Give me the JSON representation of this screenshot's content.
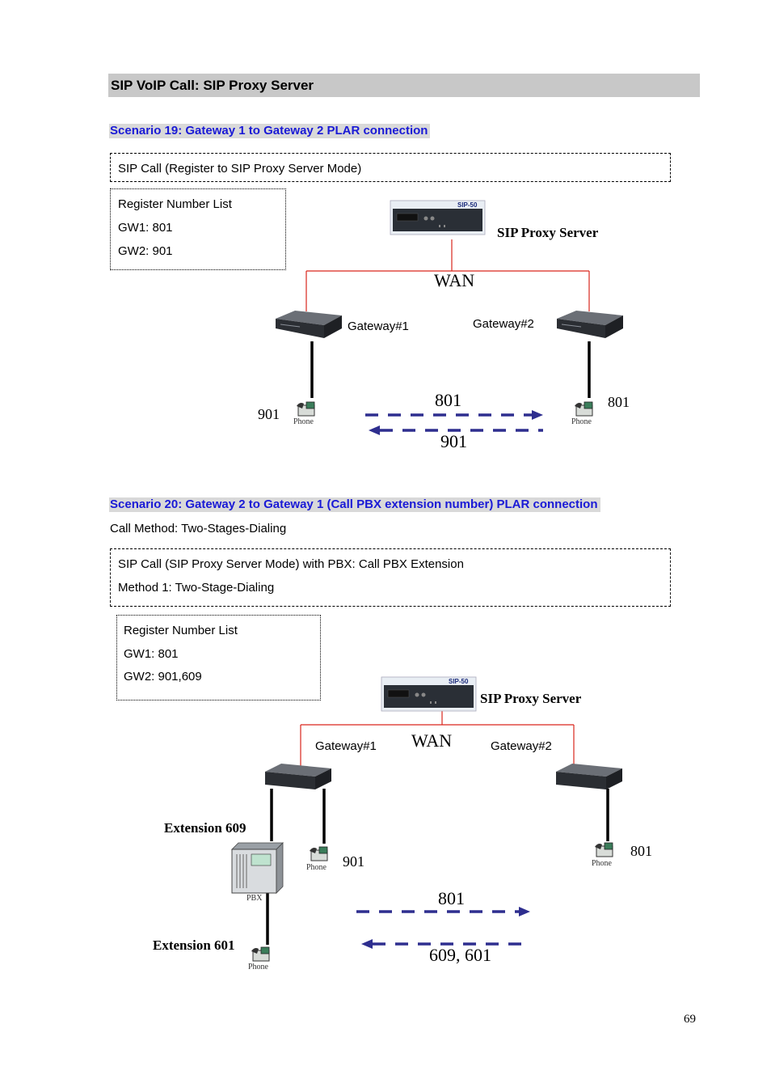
{
  "section_title": "SIP VoIP Call: SIP Proxy Server",
  "scenario19": {
    "title": "Scenario 19: Gateway 1 to Gateway 2 PLAR connection",
    "mode_box": "SIP Call (Register to SIP Proxy Server Mode)",
    "register_list": {
      "heading": "Register Number List",
      "gw1": "GW1: 801",
      "gw2": "GW2: 901"
    },
    "server_badge": "SIP-50",
    "server_label": "SIP Proxy Server",
    "wan_label": "WAN",
    "gateway1_label": "Gateway#1",
    "gateway2_label": "Gateway#2",
    "phone1_number": "901",
    "phone2_number": "801",
    "phone_caption": "Phone",
    "arrow_right_label": "801",
    "arrow_left_label": "901"
  },
  "scenario20": {
    "title": "Scenario 20: Gateway 2 to Gateway 1 (Call PBX extension number) PLAR connection",
    "call_method": "Call Method: Two-Stages-Dialing",
    "mode_line1": "SIP Call (SIP Proxy Server Mode) with PBX: Call PBX Extension",
    "mode_line2": "Method 1: Two-Stage-Dialing",
    "register_list": {
      "heading": "Register Number List",
      "gw1": "GW1: 801",
      "gw2": "GW2: 901,609"
    },
    "server_badge": "SIP-50",
    "server_label": "SIP Proxy Server",
    "wan_label": "WAN",
    "gateway1_label": "Gateway#1",
    "gateway2_label": "Gateway#2",
    "ext609_label": "Extension 609",
    "ext601_label": "Extension 601",
    "pbx_caption": "PBX",
    "phone_caption": "Phone",
    "phone_gw1_number": "901",
    "phone_gw2_number": "801",
    "arrow_right_label": "801",
    "arrow_left_label": "609, 601"
  },
  "page_number": "69",
  "colors": {
    "wan_line": "#d9261c",
    "arrow": "#2e2e8f",
    "scenario_text": "#1a1ad6",
    "header_bg": "#c8c8c8"
  }
}
